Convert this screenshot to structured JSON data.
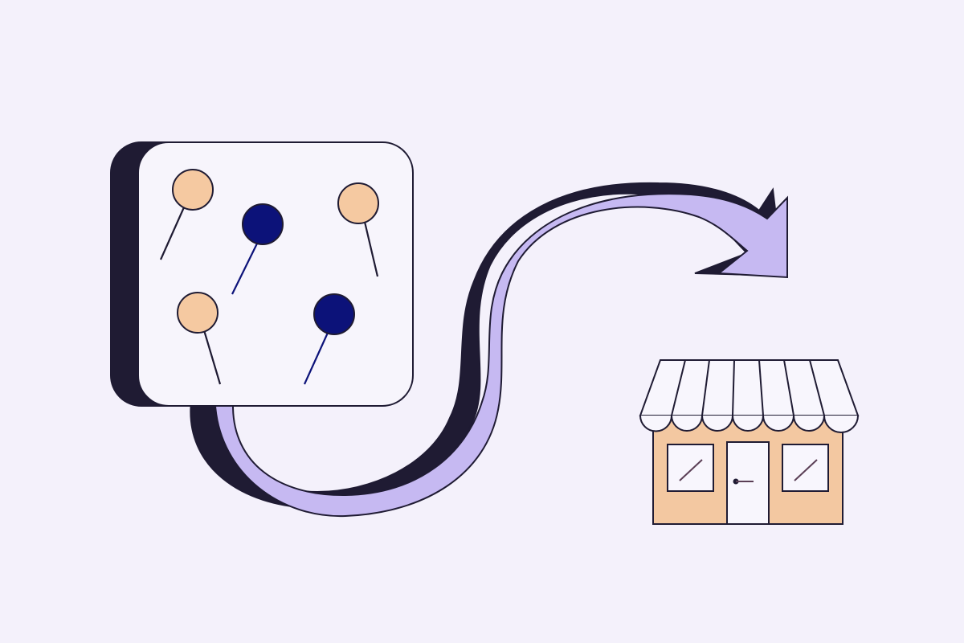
{
  "colors": {
    "background": "#f4f1fb",
    "ink": "#1f1b33",
    "card": "#f7f5fc",
    "pin_light": "#f5c9a1",
    "pin_dark": "#0c1279",
    "arrow": "#c6b9f2",
    "arrow_shadow": "#1f1b33",
    "shop_wall": "#f3c8a1",
    "awning": "#f8f6fd",
    "window": "#f8f6fd",
    "door": "#f8f6fd"
  },
  "icons": {
    "board": "pin-board-icon",
    "pin": "map-pin-icon",
    "arrow": "curved-arrow-icon",
    "store": "storefront-icon"
  },
  "pins": [
    {
      "color": "light"
    },
    {
      "color": "dark"
    },
    {
      "color": "light"
    },
    {
      "color": "light"
    },
    {
      "color": "dark"
    }
  ]
}
